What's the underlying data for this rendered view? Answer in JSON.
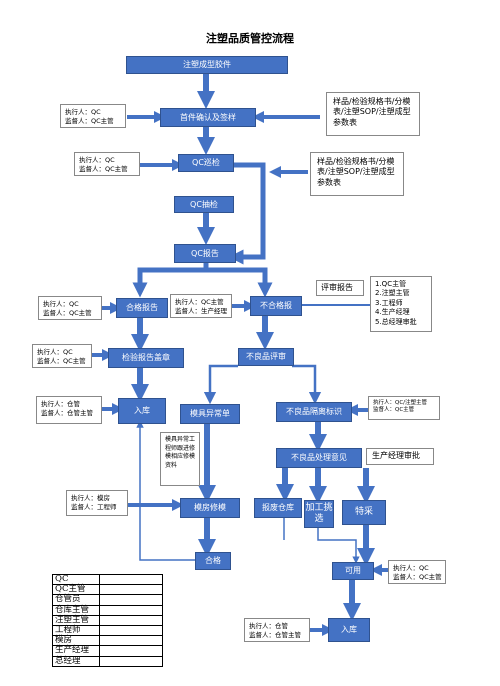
{
  "title": "注塑品质管控流程",
  "boxes": {
    "inject": "注塑成型胶件",
    "first": "首件确认及签样",
    "patrol": "QC巡检",
    "sample": "QC抽检",
    "report": "QC报告",
    "pass_report": "合格报告",
    "fail_report": "不合格报",
    "seal": "检验报告盖章",
    "warehouse1": "入库",
    "review": "不良品评审",
    "mold_abn": "模具异常单",
    "isolate": "不良品隔离标识",
    "disposal": "不良品处理意见",
    "scrap": "报废仓库",
    "rework": "加工挑选",
    "special": "特采",
    "mold_repair": "模房修模",
    "pass": "合格",
    "usable": "可用",
    "warehouse2": "入库"
  },
  "notes": {
    "first": [
      "执行人：QC",
      "监督人：QC主管"
    ],
    "first_ref": "样品/检验规格书/分模表/注塑SOP/注塑成型参数表",
    "patrol": [
      "执行人：QC",
      "监督人：QC主管"
    ],
    "patrol_ref": "样品/检验规格书/分模表/注塑SOP/注塑成型参数表",
    "pass_report": [
      "执行人：QC",
      "监督人：QC主管"
    ],
    "fail_report": [
      "执行人：QC主管",
      "监督人：生产经理"
    ],
    "review_label": "评审报告",
    "review_list": [
      "1.QC主管",
      "2.注塑主管",
      "3.工程师",
      "4.生产经理",
      "5.总经理审批"
    ],
    "seal": [
      "执行人：QC",
      "监督人：QC主管"
    ],
    "warehouse1": [
      "执行人：仓管",
      "监督人：仓管主管"
    ],
    "isolate": [
      "执行人：QC/注塑主管",
      "监督人：QC主管"
    ],
    "mold_abn": "模具异常工程师跟进修模相应修模资料",
    "disposal": "生产经理审批",
    "mold_repair": [
      "执行人：模房",
      "监督人：工程师"
    ],
    "usable": [
      "执行人：QC",
      "监督人：QC主管"
    ],
    "warehouse2": [
      "执行人：仓管",
      "监督人：仓管主管"
    ]
  },
  "legend": [
    "QC",
    "QC主管",
    "仓管员",
    "仓库主管",
    "注塑主管",
    "工程师",
    "模房",
    "生产经理",
    "总经理"
  ],
  "colors": {
    "box": "#4472c4",
    "arrow": "#4472c4"
  }
}
